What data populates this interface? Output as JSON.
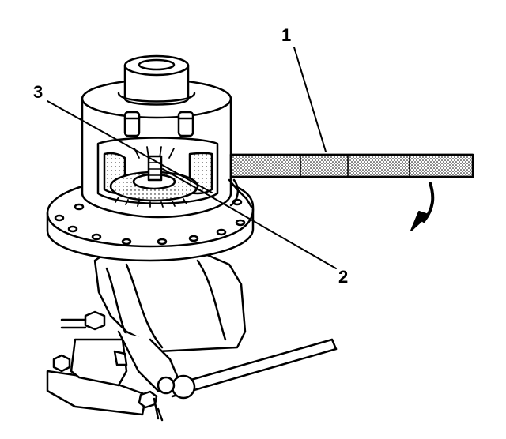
{
  "diagram": {
    "callouts": [
      {
        "id": "1",
        "label": "1"
      },
      {
        "id": "2",
        "label": "2"
      },
      {
        "id": "3",
        "label": "3"
      }
    ],
    "colors": {
      "ink": "#000000",
      "paper": "#ffffff",
      "shade": "#9a9a9a"
    }
  }
}
